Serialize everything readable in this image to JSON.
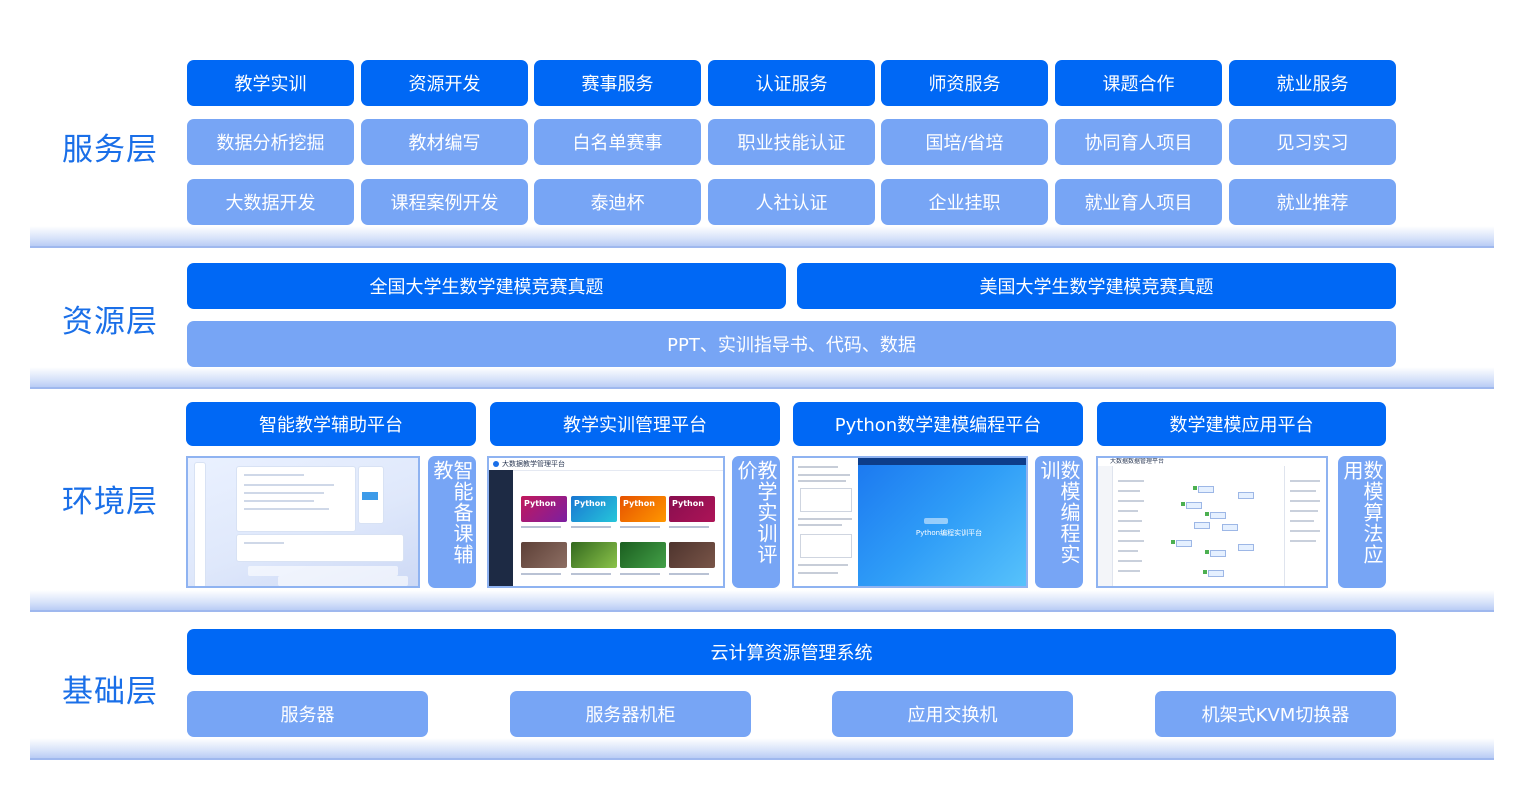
{
  "layers": {
    "service": {
      "label": "服务层",
      "rows": [
        [
          "教学实训",
          "资源开发",
          "赛事服务",
          "认证服务",
          "师资服务",
          "课题合作",
          "就业服务"
        ],
        [
          "数据分析挖掘",
          "教材编写",
          "白名单赛事",
          "职业技能认证",
          "国培/省培",
          "协同育人项目",
          "见习实习"
        ],
        [
          "大数据开发",
          "课程案例开发",
          "泰迪杯",
          "人社认证",
          "企业挂职",
          "就业育人项目",
          "就业推荐"
        ]
      ]
    },
    "resource": {
      "label": "资源层",
      "top": [
        "全国大学生数学建模竞赛真题",
        "美国大学生数学建模竞赛真题"
      ],
      "bottom": "PPT、实训指导书、代码、数据"
    },
    "environment": {
      "label": "环境层",
      "platforms": [
        {
          "name": "智能教学辅助平台",
          "side": "智能备课辅教"
        },
        {
          "name": "教学实训管理平台",
          "side": "教学实训评价"
        },
        {
          "name": "Python数学建模编程平台",
          "side": "数模编程实训"
        },
        {
          "name": "数学建模应用平台",
          "side": "数模算法应用"
        }
      ],
      "screenshot_texts": {
        "card_label": "Python",
        "platform2_title": "大数据教学管理平台",
        "platform3_title": "Python编程实训平台",
        "platform4_title": "大数据数据管理平台"
      }
    },
    "infrastructure": {
      "label": "基础层",
      "top": "云计算资源管理系统",
      "bottom": [
        "服务器",
        "服务器机柜",
        "应用交换机",
        "机架式KVM切换器"
      ]
    }
  },
  "colors": {
    "primary": "#0068f5",
    "secondary": "#77a5f5",
    "label": "#1a6fe8"
  }
}
